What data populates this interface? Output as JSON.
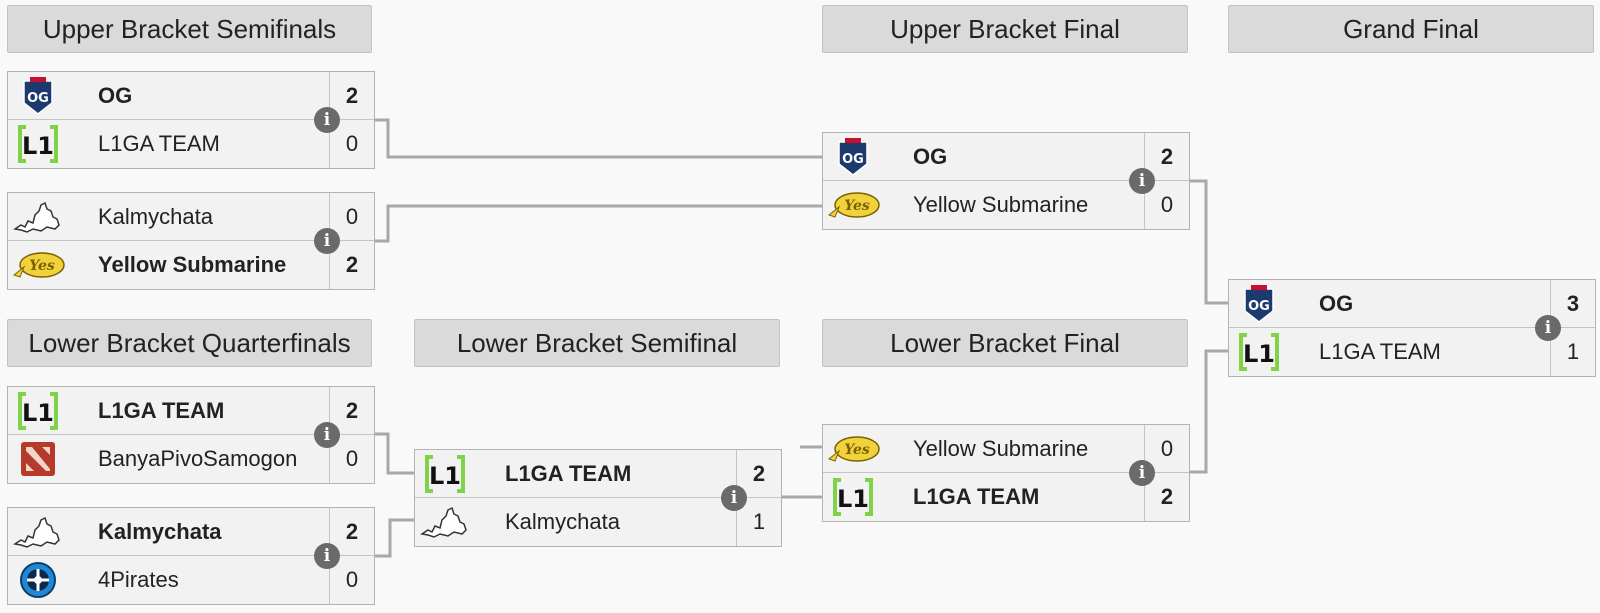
{
  "rounds": {
    "ubs": "Upper Bracket Semifinals",
    "ubf": "Upper Bracket Final",
    "gf": "Grand Final",
    "lbq": "Lower Bracket Quarterfinals",
    "lbs": "Lower Bracket Semifinal",
    "lbf": "Lower Bracket Final"
  },
  "matches": {
    "ubs1": {
      "top": {
        "name": "OG",
        "score": "2"
      },
      "bottom": {
        "name": "L1GA TEAM",
        "score": "0"
      }
    },
    "ubs2": {
      "top": {
        "name": "Kalmychata",
        "score": "0"
      },
      "bottom": {
        "name": "Yellow Submarine",
        "score": "2"
      }
    },
    "ubf": {
      "top": {
        "name": "OG",
        "score": "2"
      },
      "bottom": {
        "name": "Yellow Submarine",
        "score": "0"
      }
    },
    "gf": {
      "top": {
        "name": "OG",
        "score": "3"
      },
      "bottom": {
        "name": "L1GA TEAM",
        "score": "1"
      }
    },
    "lbq1": {
      "top": {
        "name": "L1GA TEAM",
        "score": "2"
      },
      "bottom": {
        "name": "BanyaPivoSamogon",
        "score": "0"
      }
    },
    "lbq2": {
      "top": {
        "name": "Kalmychata",
        "score": "2"
      },
      "bottom": {
        "name": "4Pirates",
        "score": "0"
      }
    },
    "lbs": {
      "top": {
        "name": "L1GA TEAM",
        "score": "2"
      },
      "bottom": {
        "name": "Kalmychata",
        "score": "1"
      }
    },
    "lbf": {
      "top": {
        "name": "Yellow Submarine",
        "score": "0"
      },
      "bottom": {
        "name": "L1GA TEAM",
        "score": "2"
      }
    }
  },
  "info_icon": "i",
  "colors": {
    "connector": "#a8a8a8",
    "header_bg": "#dadada",
    "match_bg": "#f2f2f2",
    "info_bg": "#6a6a6a"
  }
}
